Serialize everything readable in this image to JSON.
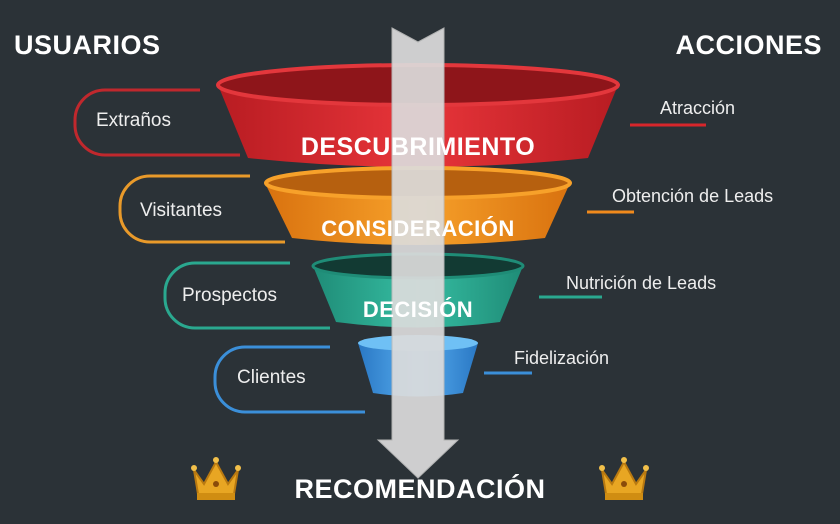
{
  "headers": {
    "left": "USUARIOS",
    "right": "ACCIONES"
  },
  "stages": [
    {
      "label": "DESCUBRIMIENTO",
      "user": "Extraños",
      "action": "Atracción",
      "color": "#d7262b"
    },
    {
      "label": "CONSIDERACIÓN",
      "user": "Visitantes",
      "action": "Obtención de Leads",
      "color": "#f08a1c"
    },
    {
      "label": "DECISIÓN",
      "user": "Prospectos",
      "action": "Nutrición de Leads",
      "color": "#2aa88f"
    },
    {
      "label": "",
      "user": "Clientes",
      "action": "Fidelización",
      "color": "#3b8fd9"
    }
  ],
  "bottom": "RECOMENDACIÓN",
  "icons": {
    "crown_left": "crown-icon",
    "crown_right": "crown-icon"
  }
}
